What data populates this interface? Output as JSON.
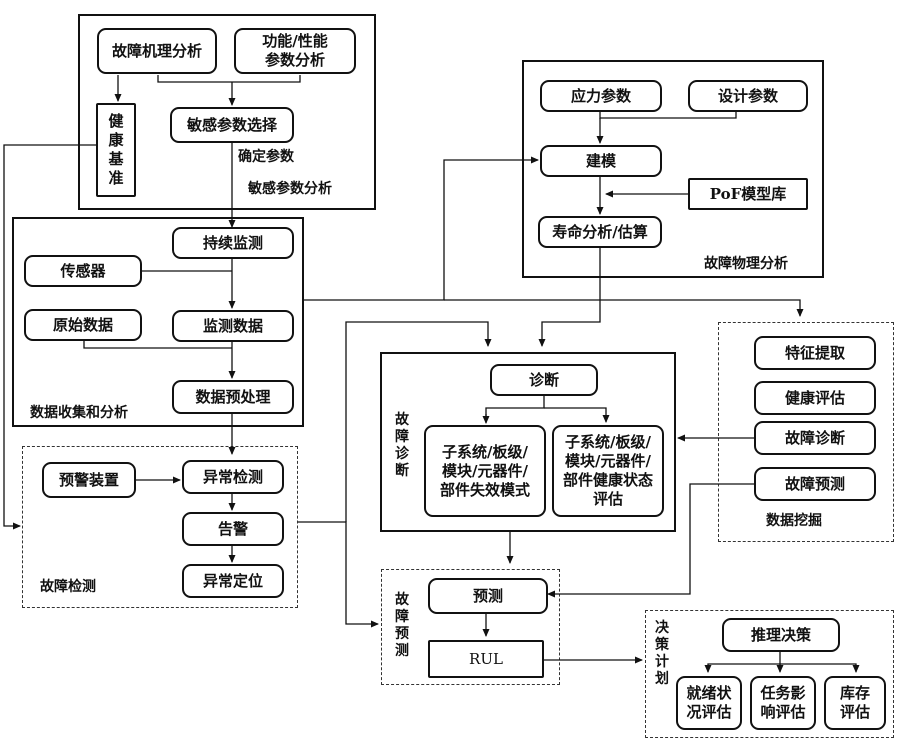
{
  "groups": {
    "sensitive": "敏感参数分析",
    "pof": "故障物理分析",
    "data_collect": "数据收集和分析",
    "diagnosis": "故\n障\n诊\n断",
    "data_mining": "数据挖掘",
    "fault_detect": "故障检测",
    "prognosis": "故\n障\n预\n测",
    "decision": "决\n策\n计\n划"
  },
  "nodes": {
    "fault_mechanism": "故障机理分析",
    "func_param": "功能/性能\n参数分析",
    "health_baseline": "健\n康\n基\n准",
    "sensitive_select": "敏感参数选择",
    "stress_param": "应力参数",
    "design_param": "设计参数",
    "modeling": "建模",
    "pof_lib": "PoF模型库",
    "life_analysis": "寿命分析/估算",
    "continuous_monitor": "持续监测",
    "sensor": "传感器",
    "raw_data": "原始数据",
    "monitor_data": "监测数据",
    "preprocess": "数据预处理",
    "diagnose": "诊断",
    "failure_mode": "子系统/板级/\n模块/元器件/\n部件失效模式",
    "health_status": "子系统/板级/\n模块/元器件/\n部件健康状态\n评估",
    "feature_extract": "特征提取",
    "health_assess": "健康评估",
    "fault_diag": "故障诊断",
    "fault_predict": "故障预测",
    "warning_device": "预警装置",
    "anomaly_detect": "异常检测",
    "alarm": "告警",
    "anomaly_locate": "异常定位",
    "predict": "预测",
    "rul": "RUL",
    "reasoning": "推理决策",
    "readiness": "就绪状\n况评估",
    "mission_impact": "任务影\n响评估",
    "inventory": "库存\n评估"
  },
  "labels": {
    "determine_param": "确定参数"
  }
}
